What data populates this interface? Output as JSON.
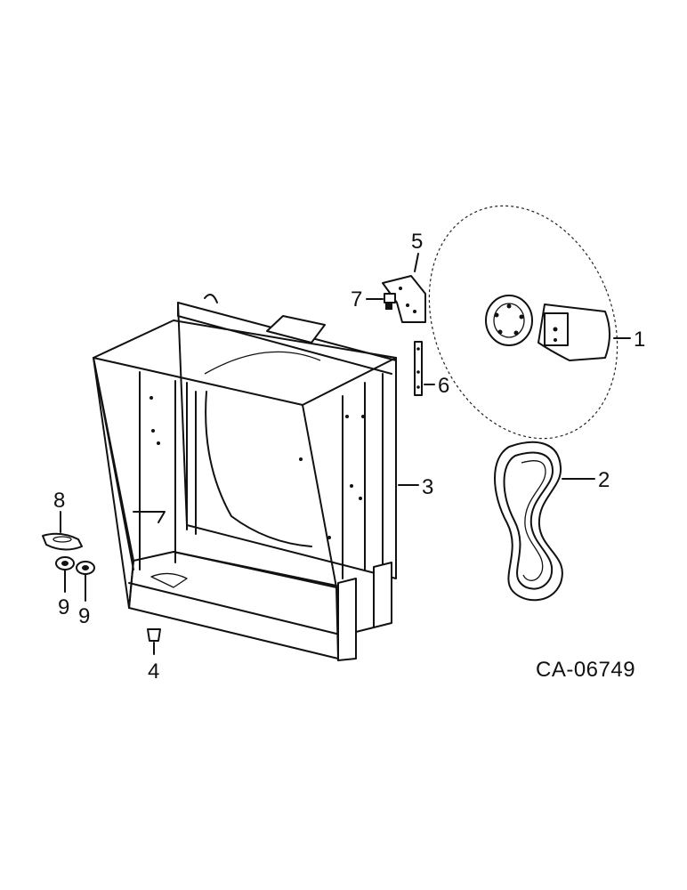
{
  "diagram_code": "CA-06749",
  "callouts": {
    "c1": "1",
    "c2": "2",
    "c3": "3",
    "c4": "4",
    "c5": "5",
    "c6": "6",
    "c7": "7",
    "c8": "8",
    "c9a": "9",
    "c9b": "9"
  }
}
